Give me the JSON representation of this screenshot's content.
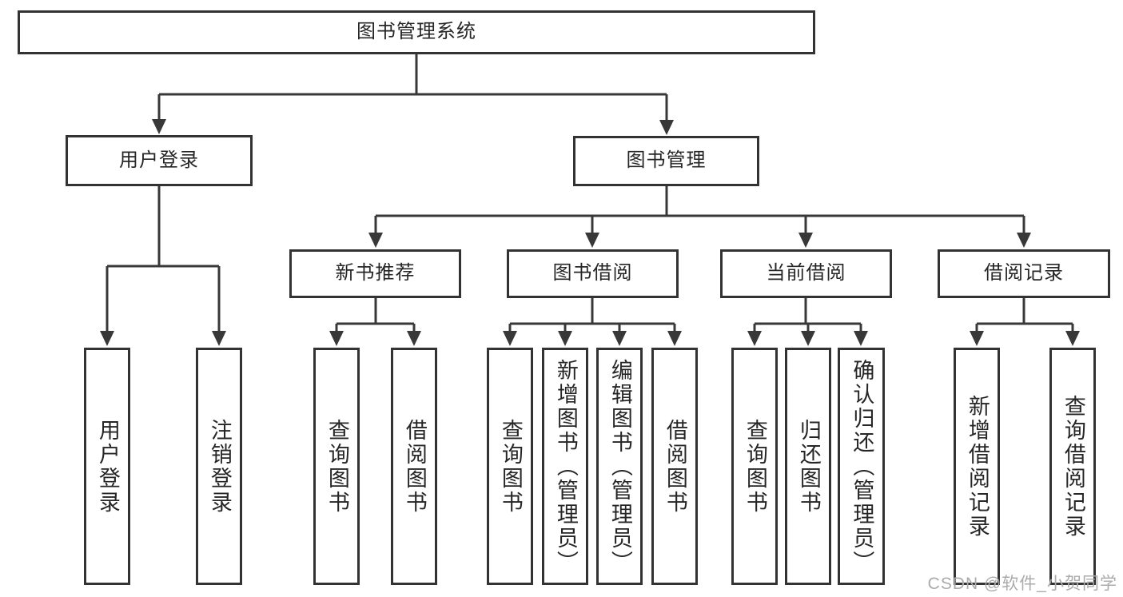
{
  "tree": {
    "root": {
      "label": "图书管理系统",
      "children": [
        {
          "label": "用户登录",
          "children": [
            {
              "label": "用户登录"
            },
            {
              "label": "注销登录"
            }
          ]
        },
        {
          "label": "图书管理",
          "children": [
            {
              "label": "新书推荐",
              "children": [
                {
                  "label": "查询图书"
                },
                {
                  "label": "借阅图书"
                }
              ]
            },
            {
              "label": "图书借阅",
              "children": [
                {
                  "label": "查询图书"
                },
                {
                  "label": "新增图书（管理员）"
                },
                {
                  "label": "编辑图书（管理员）"
                },
                {
                  "label": "借阅图书"
                }
              ]
            },
            {
              "label": "当前借阅",
              "children": [
                {
                  "label": "查询图书"
                },
                {
                  "label": "归还图书"
                },
                {
                  "label": "确认归还（管理员）"
                }
              ]
            },
            {
              "label": "借阅记录",
              "children": [
                {
                  "label": "新增借阅记录"
                },
                {
                  "label": "查询借阅记录"
                }
              ]
            }
          ]
        }
      ]
    }
  },
  "watermark": {
    "text": "CSDN @软件_小贺同学"
  },
  "colors": {
    "line": "#383838",
    "box-border": "#333333",
    "box-fill": "#ffffff",
    "text": "#262626",
    "watermark": "#ababab",
    "background": "#ffffff"
  }
}
